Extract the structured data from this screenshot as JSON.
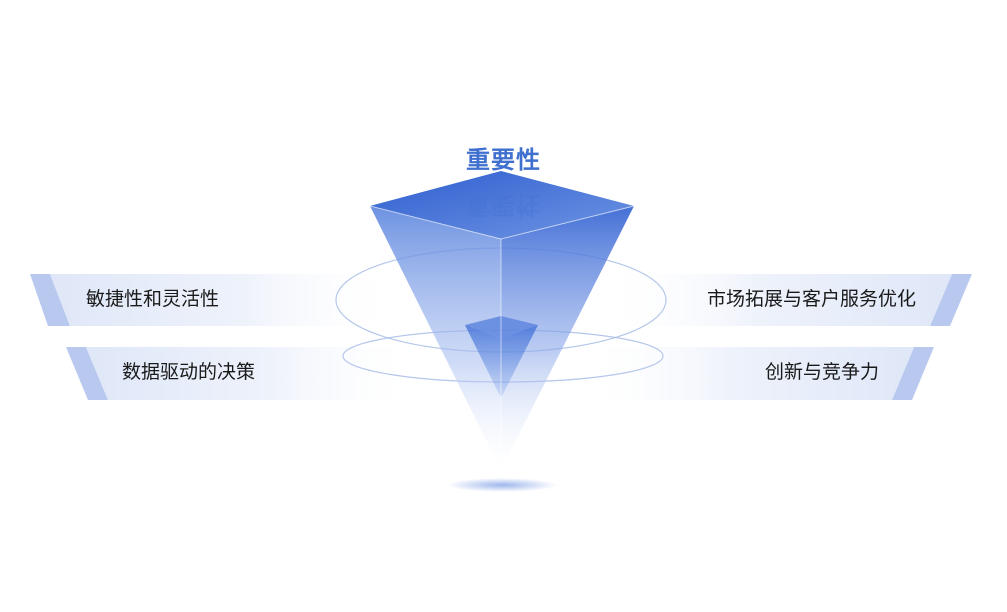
{
  "title": "重要性",
  "items": {
    "left_top": "敏捷性和灵活性",
    "left_bottom": "数据驱动的决策",
    "right_top": "市场拓展与客户服务优化",
    "right_bottom": "创新与竞争力"
  },
  "colors": {
    "primary": "#3f6fcf",
    "band_light": "#eef2fb",
    "band_accent": "#b8c8ee",
    "text": "#1a1a1a"
  }
}
